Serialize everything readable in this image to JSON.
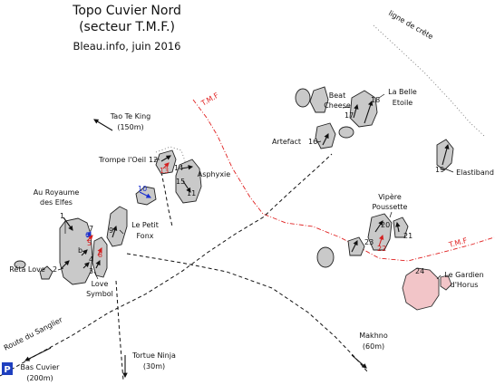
{
  "title": "Topo Cuvier Nord",
  "subtitle": "(secteur T.M.F.)",
  "credit": "Bleau.info, juin 2016",
  "ridge_label": "ligne de crête",
  "tmf_label": "T.M.F",
  "road_label": "Route du Sanglier",
  "parking": {
    "symbol": "P",
    "label_1": "Bas Cuvier",
    "label_2": "(200m)"
  },
  "directions": [
    {
      "name": "tao-te-king",
      "line_1": "Tao Te King",
      "line_2": "(150m)"
    },
    {
      "name": "tortue-ninja",
      "line_1": "Tortue Ninja",
      "line_2": "(30m)"
    },
    {
      "name": "makhno",
      "line_1": "Makhno",
      "line_2": "(60m)"
    }
  ],
  "problems": {
    "p1": {
      "num": "1",
      "name_1": "Au Royaume",
      "name_2": "des Elfes"
    },
    "p2": {
      "num": "2",
      "name": "Réta Love"
    },
    "p3": {
      "num": "3",
      "name_1": "Love",
      "name_2": "Symbol"
    },
    "p4": {
      "num": "4"
    },
    "p4b": {
      "num": "b"
    },
    "p5": {
      "num": "5"
    },
    "p6": {
      "num": "6"
    },
    "p7": {
      "num": "7"
    },
    "p8": {
      "num": "8"
    },
    "p9": {
      "num": "9",
      "name_1": "Le Petit",
      "name_2": "Fonx"
    },
    "p10": {
      "num": "10"
    },
    "p11": {
      "num": "11"
    },
    "p12": {
      "num": "12",
      "name": "Trompe l'Oeil"
    },
    "p13": {
      "num": "13"
    },
    "p14": {
      "num": "14",
      "name": "Asphyxie"
    },
    "p15": {
      "num": "15"
    },
    "p16": {
      "num": "16",
      "name": "Artefact"
    },
    "p17": {
      "num": "17",
      "name_1": "Beat",
      "name_2": "Cheese"
    },
    "p18": {
      "num": "18",
      "name_1": "La Belle",
      "name_2": "Etoile"
    },
    "p19": {
      "num": "19",
      "name": "Elastiband"
    },
    "p20": {
      "num": "20",
      "name_1": "Vipère",
      "name_2": "Poussette"
    },
    "p21": {
      "num": "21"
    },
    "p22": {
      "num": "22"
    },
    "p23": {
      "num": "23"
    },
    "p24": {
      "num": "24",
      "name_1": "Le Gardien",
      "name_2": "d'Horus"
    }
  },
  "colors": {
    "rock": "#c9c9c9",
    "highlight_rock": "#f2c5c8",
    "tmf_line": "#e02020",
    "red_problem": "#d42020",
    "blue_problem": "#1a2fd0",
    "parking": "#1e3fbf"
  }
}
